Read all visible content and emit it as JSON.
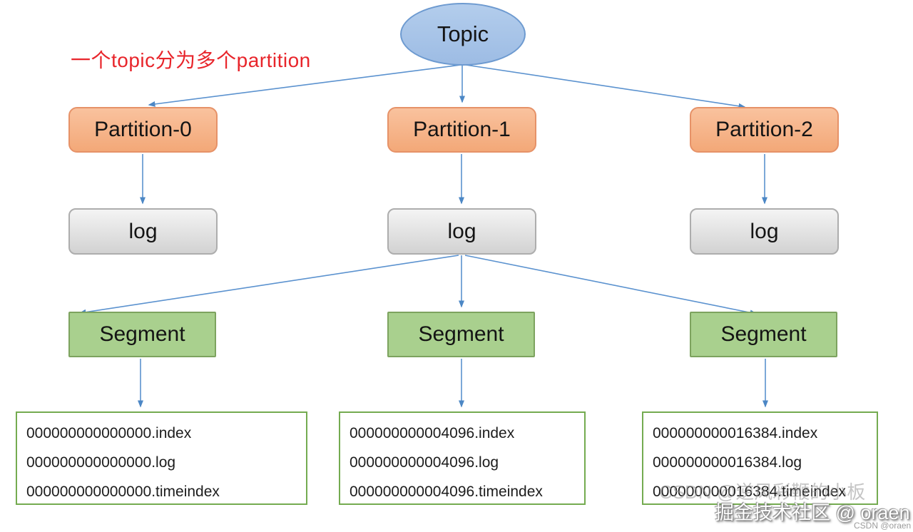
{
  "diagram": {
    "topic_label": "Topic",
    "annotation": "一个topic分为多个partition",
    "columns": [
      {
        "partition": "Partition-0",
        "log": "log",
        "segment": "Segment",
        "files": [
          "000000000000000.index",
          "000000000000000.log",
          "000000000000000.timeindex"
        ]
      },
      {
        "partition": "Partition-1",
        "log": "log",
        "segment": "Segment",
        "files": [
          "000000000004096.index",
          "000000000004096.log",
          "000000000004096.timeindex"
        ]
      },
      {
        "partition": "Partition-2",
        "log": "log",
        "segment": "Segment",
        "files": [
          "000000000016384.index",
          "000000000016384.log",
          "000000000016384.timeindex"
        ]
      }
    ]
  },
  "watermarks": {
    "overlay_csdn": "CSDN @逆风彩鞭的小板",
    "juejin": "掘金技术社区 @ oraen",
    "csdn_small": "CSDN @oraen"
  },
  "colors": {
    "arrow_blue": "#5b92cf",
    "annotation_red": "#e8252b",
    "topic_fill": "#a7c4e8",
    "partition_fill": "#f6ae85",
    "log_fill": "#e0e0e0",
    "segment_fill": "#a9d08e",
    "filebox_border_green": "#74ab50"
  }
}
